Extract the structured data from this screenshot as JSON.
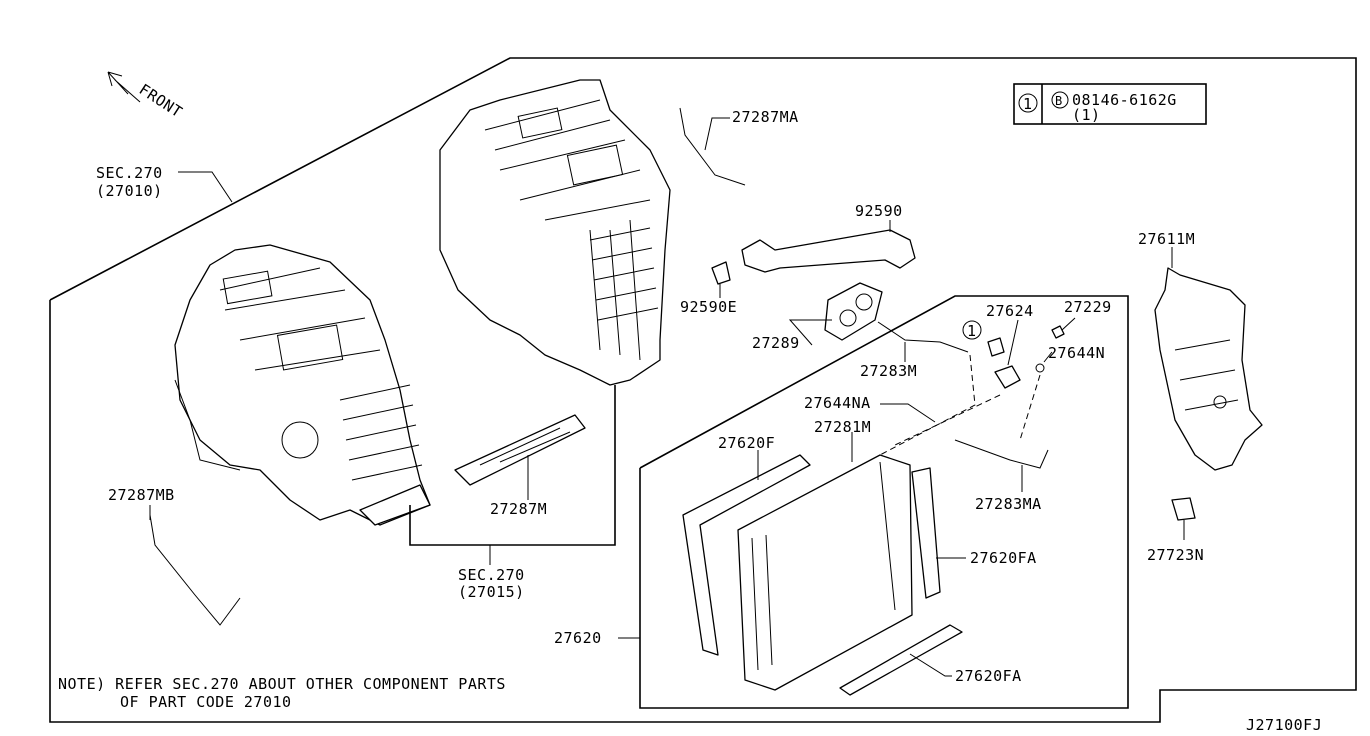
{
  "front_label": "FRONT",
  "sec_top": {
    "line1": "SEC.270",
    "line2": "(27010)"
  },
  "sec_bottom": {
    "line1": "SEC.270",
    "line2": "(27015)"
  },
  "legend": {
    "index": "1",
    "bolt_symbol": "B",
    "part": "08146-6162G",
    "qty": "(1)"
  },
  "callout_marker": "1",
  "parts": {
    "p27287MA": "27287MA",
    "p92590": "92590",
    "p92590E": "92590E",
    "p27289": "27289",
    "p27624": "27624",
    "p27229": "27229",
    "p27644N": "27644N",
    "p27283M": "27283M",
    "p27644NA": "27644NA",
    "p27281M": "27281M",
    "p27620F": "27620F",
    "p27283MA": "27283MA",
    "p27287M": "27287M",
    "p27287MB": "27287MB",
    "p27620FA_1": "27620FA",
    "p27620": "27620",
    "p27620FA_2": "27620FA",
    "p27611M": "27611M",
    "p27723N": "27723N"
  },
  "note": {
    "line1": "NOTE) REFER SEC.270 ABOUT OTHER COMPONENT PARTS",
    "line2": "OF PART CODE 27010"
  },
  "diagram_code": "J27100FJ"
}
